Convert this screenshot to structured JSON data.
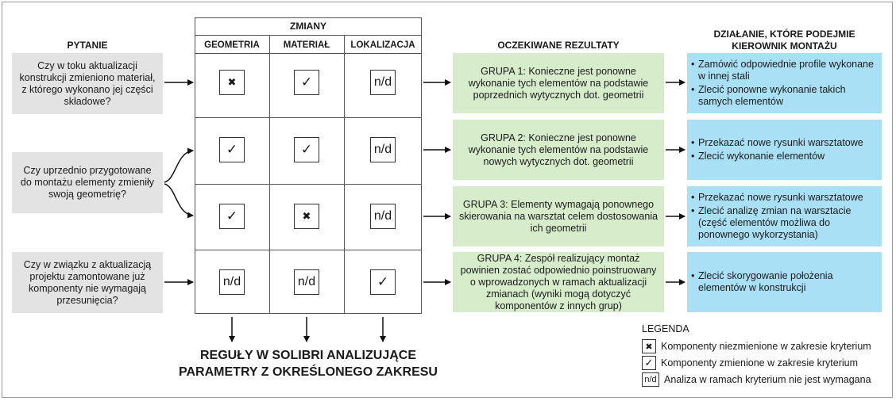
{
  "headers": {
    "question": "PYTANIE",
    "changes": "ZMIANY",
    "col_geometry": "GEOMETRIA",
    "col_material": "MATERIAŁ",
    "col_location": "LOKALIZACJA",
    "results": "OCZEKIWANE REZULTATY",
    "action_line1": "DZIAŁANIE, KTÓRE PODEJMIE",
    "action_line2": "KIEROWNIK MONTAŻU"
  },
  "questions": [
    "Czy w toku aktualizacji konstrukcji zmieniono materiał, z którego wykonano jej części składowe?",
    "Czy uprzednio przygotowane do montażu elementy zmieniły swoją geometrię?",
    "Czy w związku z aktualizacją projektu zamontowane już komponenty nie wymagają przesunięcia?"
  ],
  "symbols": {
    "unchanged": "✖",
    "changed": "✓",
    "not_required": "n/d"
  },
  "grid": [
    [
      "✖",
      "✓",
      "n/d"
    ],
    [
      "✓",
      "✓",
      "n/d"
    ],
    [
      "✓",
      "✖",
      "n/d"
    ],
    [
      "n/d",
      "n/d",
      "✓"
    ]
  ],
  "groups": [
    "GRUPA 1: Konieczne jest ponowne wykonanie tych elementów na podstawie poprzednich wytycznych dot. geometrii",
    "GRUPA 2: Konieczne jest ponowne wykonanie tych elementów na podstawie nowych wytycznych dot. geometrii",
    "GRUPA 3: Elementy wymagają ponownego skierowania na warsztat celem dostosowania ich geometrii",
    "GRUPA 4: Zespół realizujący montaż powinien zostać odpowiednio poinstruowany o wprowadzonych w ramach aktualizacji zmianach (wyniki mogą dotyczyć komponentów z innych grup)"
  ],
  "actions": [
    [
      "Zamówić odpowiednie profile wykonane w innej stali",
      "Zlecić ponowne wykonanie takich samych elementów"
    ],
    [
      "Przekazać nowe rysunki warsztatowe",
      "Zlecić wykonanie elementów"
    ],
    [
      "Przekazać nowe rysunki warsztatowe",
      "Zlecić analizę zmian na warsztacie (część elementów możliwa do ponownego wykorzystania)"
    ],
    [
      "Zlecić skorygowanie położenia elementów w konstrukcji"
    ]
  ],
  "conclusion_line1": "REGUŁY W SOLIBRI ANALIZUJĄCE",
  "conclusion_line2": "PARAMETRY Z OKREŚLONEGO ZAKRESU",
  "legend": {
    "title": "LEGENDA",
    "unchanged_label": "Komponenty niezmienione w zakresie kryterium",
    "changed_label": "Komponenty zmienione w zakresie kryterium",
    "nd_label": "Analiza w ramach kryterium nie jest wymagana"
  },
  "colors": {
    "question_bg": "#e3e3e3",
    "group_bg": "#d7eccb",
    "action_bg": "#a9e0f5"
  }
}
